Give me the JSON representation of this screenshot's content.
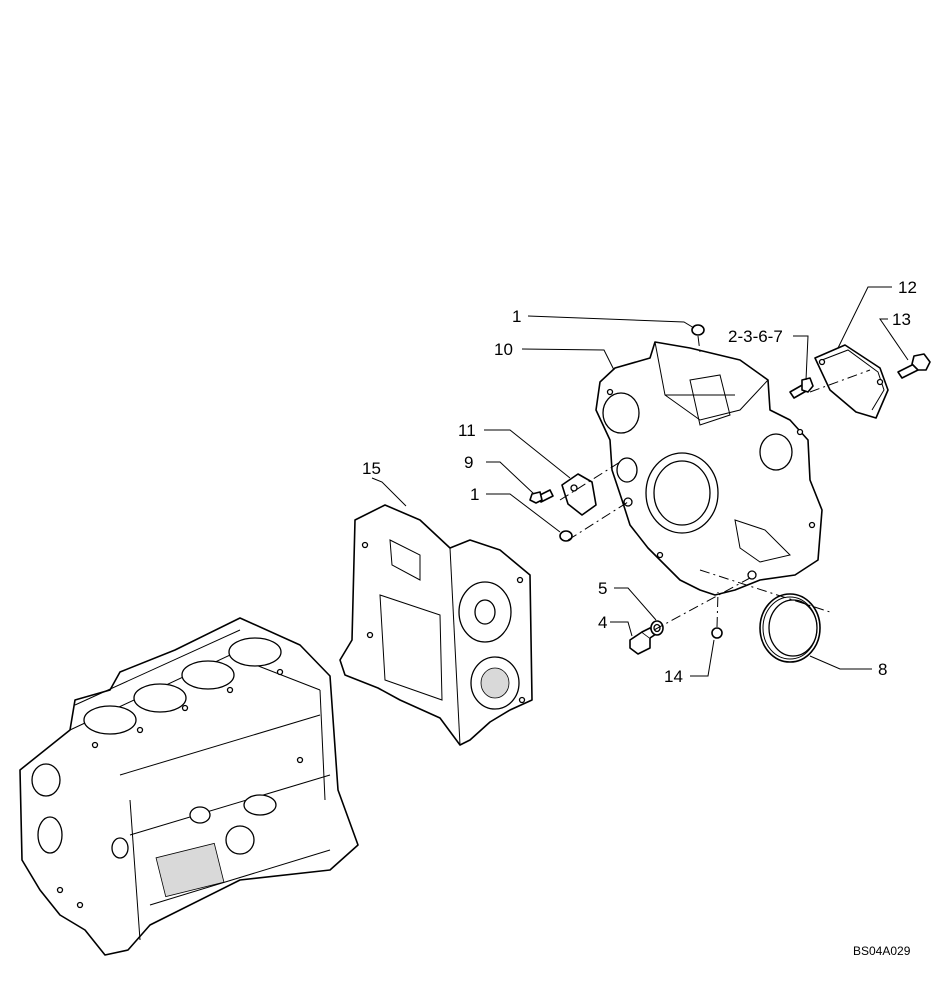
{
  "drawing_ref": "BS04A029",
  "callouts": [
    {
      "id": "c1a",
      "text": "1"
    },
    {
      "id": "c10",
      "text": "10"
    },
    {
      "id": "c2367",
      "text": "2-3-6-7"
    },
    {
      "id": "c12",
      "text": "12"
    },
    {
      "id": "c13",
      "text": "13"
    },
    {
      "id": "c11",
      "text": "11"
    },
    {
      "id": "c9",
      "text": "9"
    },
    {
      "id": "c1b",
      "text": "1"
    },
    {
      "id": "c15",
      "text": "15"
    },
    {
      "id": "c5",
      "text": "5"
    },
    {
      "id": "c4",
      "text": "4"
    },
    {
      "id": "c14",
      "text": "14"
    },
    {
      "id": "c8",
      "text": "8"
    }
  ]
}
